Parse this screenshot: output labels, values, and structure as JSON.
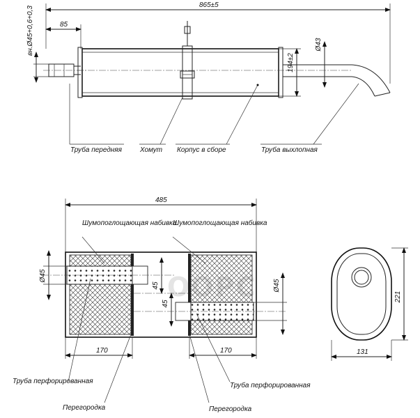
{
  "top_view": {
    "dim_overall": "865±5",
    "dim_inlet_offset": "85",
    "dim_inlet_diameter": "вн.Ø45+0,6+0,3",
    "dim_body_height": "194±2",
    "dim_outlet_diameter": "Ø43",
    "labels": {
      "front_pipe": "Труба передняя",
      "clamp": "Хомут",
      "housing": "Корпус в сборе",
      "exhaust_pipe": "Труба выхлопная"
    }
  },
  "section_view": {
    "dim_length": "485",
    "dim_chamber_left": "170",
    "dim_chamber_right": "170",
    "dim_pipe_left_diameter": "Ø45",
    "dim_pipe_right_diameter": "Ø45",
    "dim_offset_upper": "45",
    "dim_offset_lower": "45",
    "labels": {
      "absorber_left": "Шумопоглощающая набивка",
      "absorber_right": "Шумопоглощающая набивка",
      "perforated_left": "Труба перфорированная",
      "perforated_right": "Труба перфорированная",
      "baffle_left": "Перегородка",
      "baffle_right": "Перегородка"
    }
  },
  "end_view": {
    "dim_height": "221",
    "dim_width": "131"
  },
  "watermark": "OOPC"
}
